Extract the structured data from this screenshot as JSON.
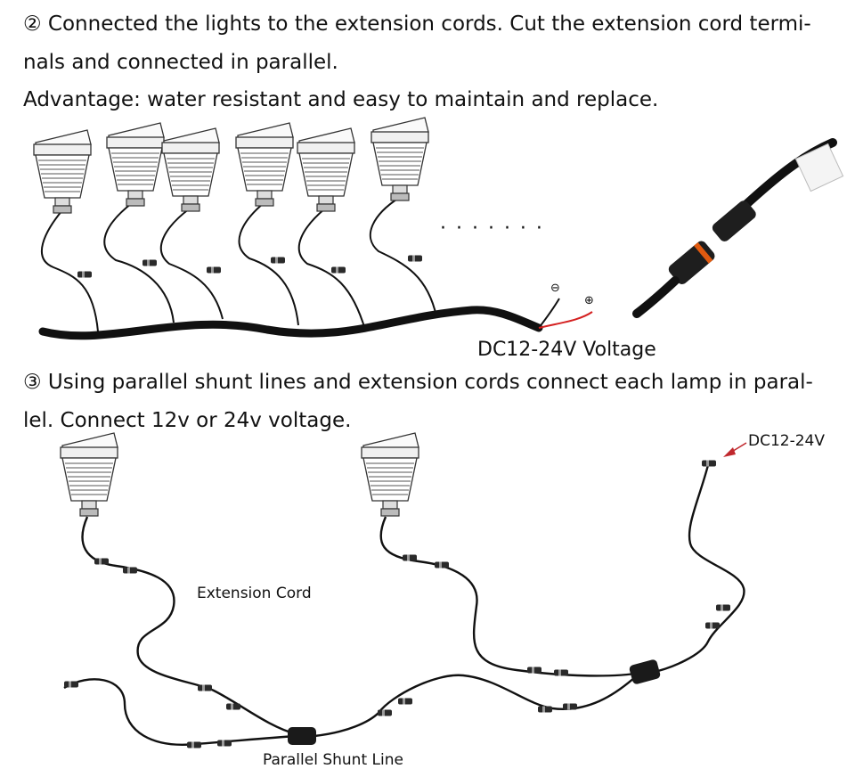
{
  "section2": {
    "line1": "② Connected the lights to the extension cords. Cut the extension cord termi-",
    "line2": "nals and connected in parallel.",
    "line3": "Advantage: water resistant and easy to maintain and replace."
  },
  "diagram1": {
    "voltage_label": "DC12-24V Voltage",
    "minus_sign": "⊖",
    "plus_sign": "⊕",
    "ellipsis": "· · · · · · ·"
  },
  "section3": {
    "line1": "③ Using parallel shunt lines and extension cords connect each lamp in paral-",
    "line2": "lel. Connect 12v or 24v voltage."
  },
  "diagram2": {
    "input_label": "DC12-24V",
    "extension_label": "Extension Cord",
    "shunt_label": "Parallel Shunt Line"
  },
  "colors": {
    "wire": "#111111",
    "positive_wire": "#d42020",
    "arrow": "#c0282d"
  }
}
